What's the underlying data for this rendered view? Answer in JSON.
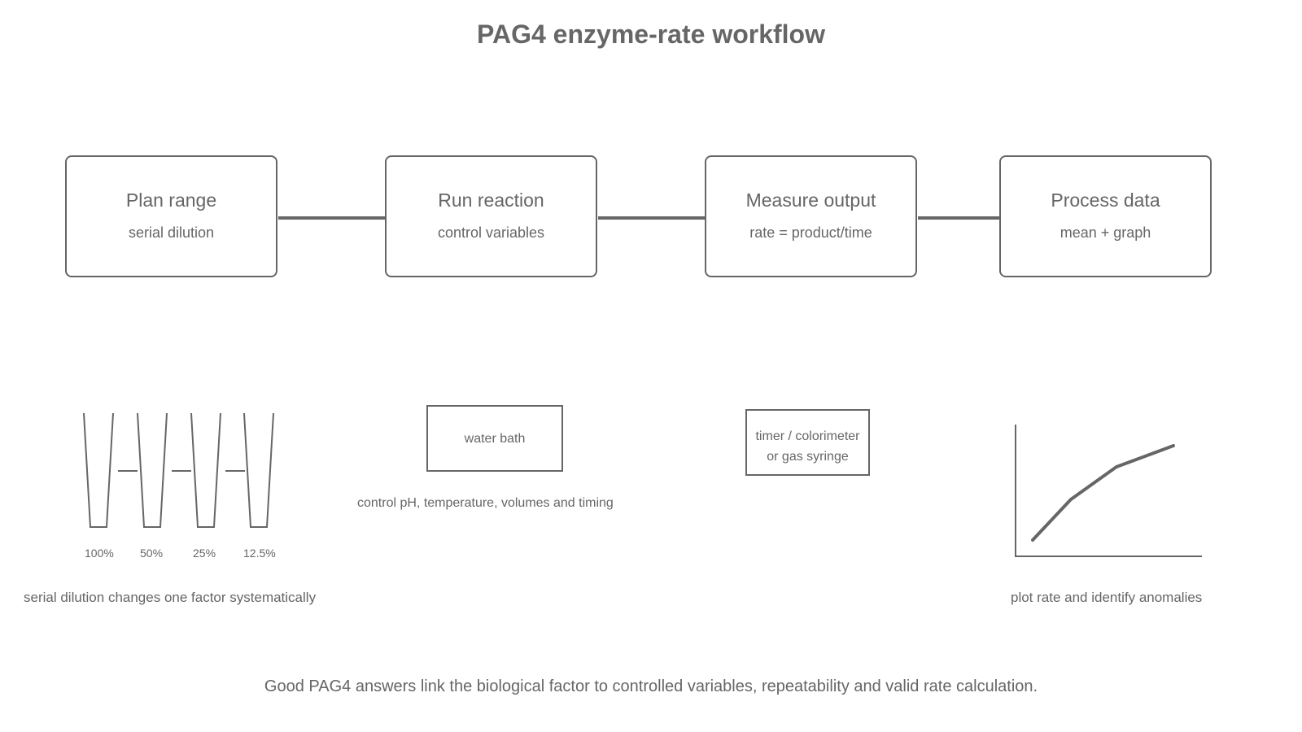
{
  "title": "PAG4 enzyme-rate workflow",
  "steps": [
    {
      "title": "Plan range",
      "subtitle": "serial dilution"
    },
    {
      "title": "Run reaction",
      "subtitle": "control variables"
    },
    {
      "title": "Measure output",
      "subtitle": "rate = product/time"
    },
    {
      "title": "Process data",
      "subtitle": "mean + graph"
    }
  ],
  "dilution": {
    "tube_labels": [
      "100%",
      "50%",
      "25%",
      "12.5%"
    ],
    "caption": "serial dilution changes one factor systematically"
  },
  "reaction": {
    "box_label": "water bath",
    "caption": "control pH, temperature, volumes and timing"
  },
  "measure": {
    "box_line1": "timer / colorimeter",
    "box_line2": "or gas syringe"
  },
  "graph": {
    "caption": "plot rate and identify anomalies"
  },
  "footer": "Good PAG4 answers link the biological factor to controlled variables, repeatability and valid rate calculation.",
  "colors": {
    "stroke": "#666666",
    "text": "#666666",
    "background": "#ffffff"
  }
}
